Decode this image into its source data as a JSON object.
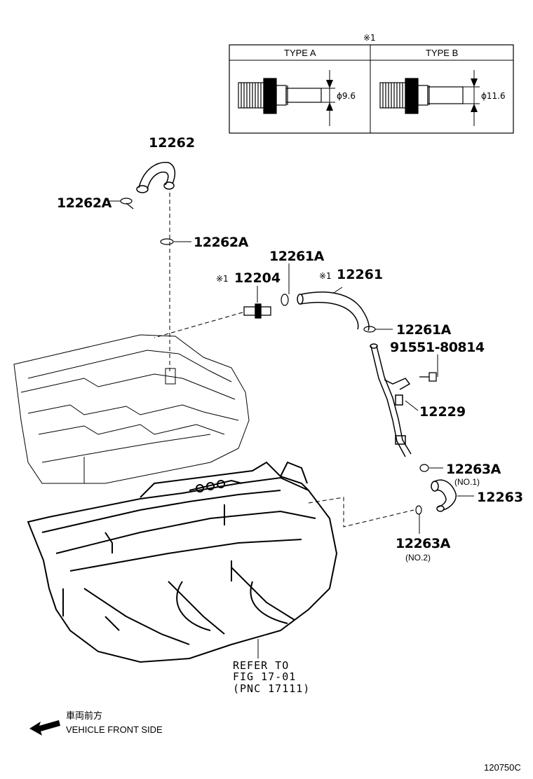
{
  "inset": {
    "mark": "※1",
    "type_a": {
      "header": "TYPE A",
      "dim": "ϕ9.6"
    },
    "type_b": {
      "header": "TYPE B",
      "dim": "ϕ11.6"
    }
  },
  "parts": {
    "p12262": "12262",
    "p12262a_1": "12262A",
    "p12262a_2": "12262A",
    "p12261a_top": "12261A",
    "p12204_mark": "※1",
    "p12204": "12204",
    "p12261_mark": "※1",
    "p12261": "12261",
    "p12261a_right": "12261A",
    "p91551": "91551-80814",
    "p12229": "12229",
    "p12263a_no1": "12263A",
    "p12263a_no1_sub": "(NO.1)",
    "p12263": "12263",
    "p12263a_no2": "12263A",
    "p12263a_no2_sub": "(NO.2)"
  },
  "refer": {
    "line1": "REFER TO",
    "line2": "FIG 17-01",
    "line3": "(PNC 17111)"
  },
  "front": {
    "jp": "車両前方",
    "en": "VEHICLE FRONT SIDE"
  },
  "fig_code": "120750C"
}
